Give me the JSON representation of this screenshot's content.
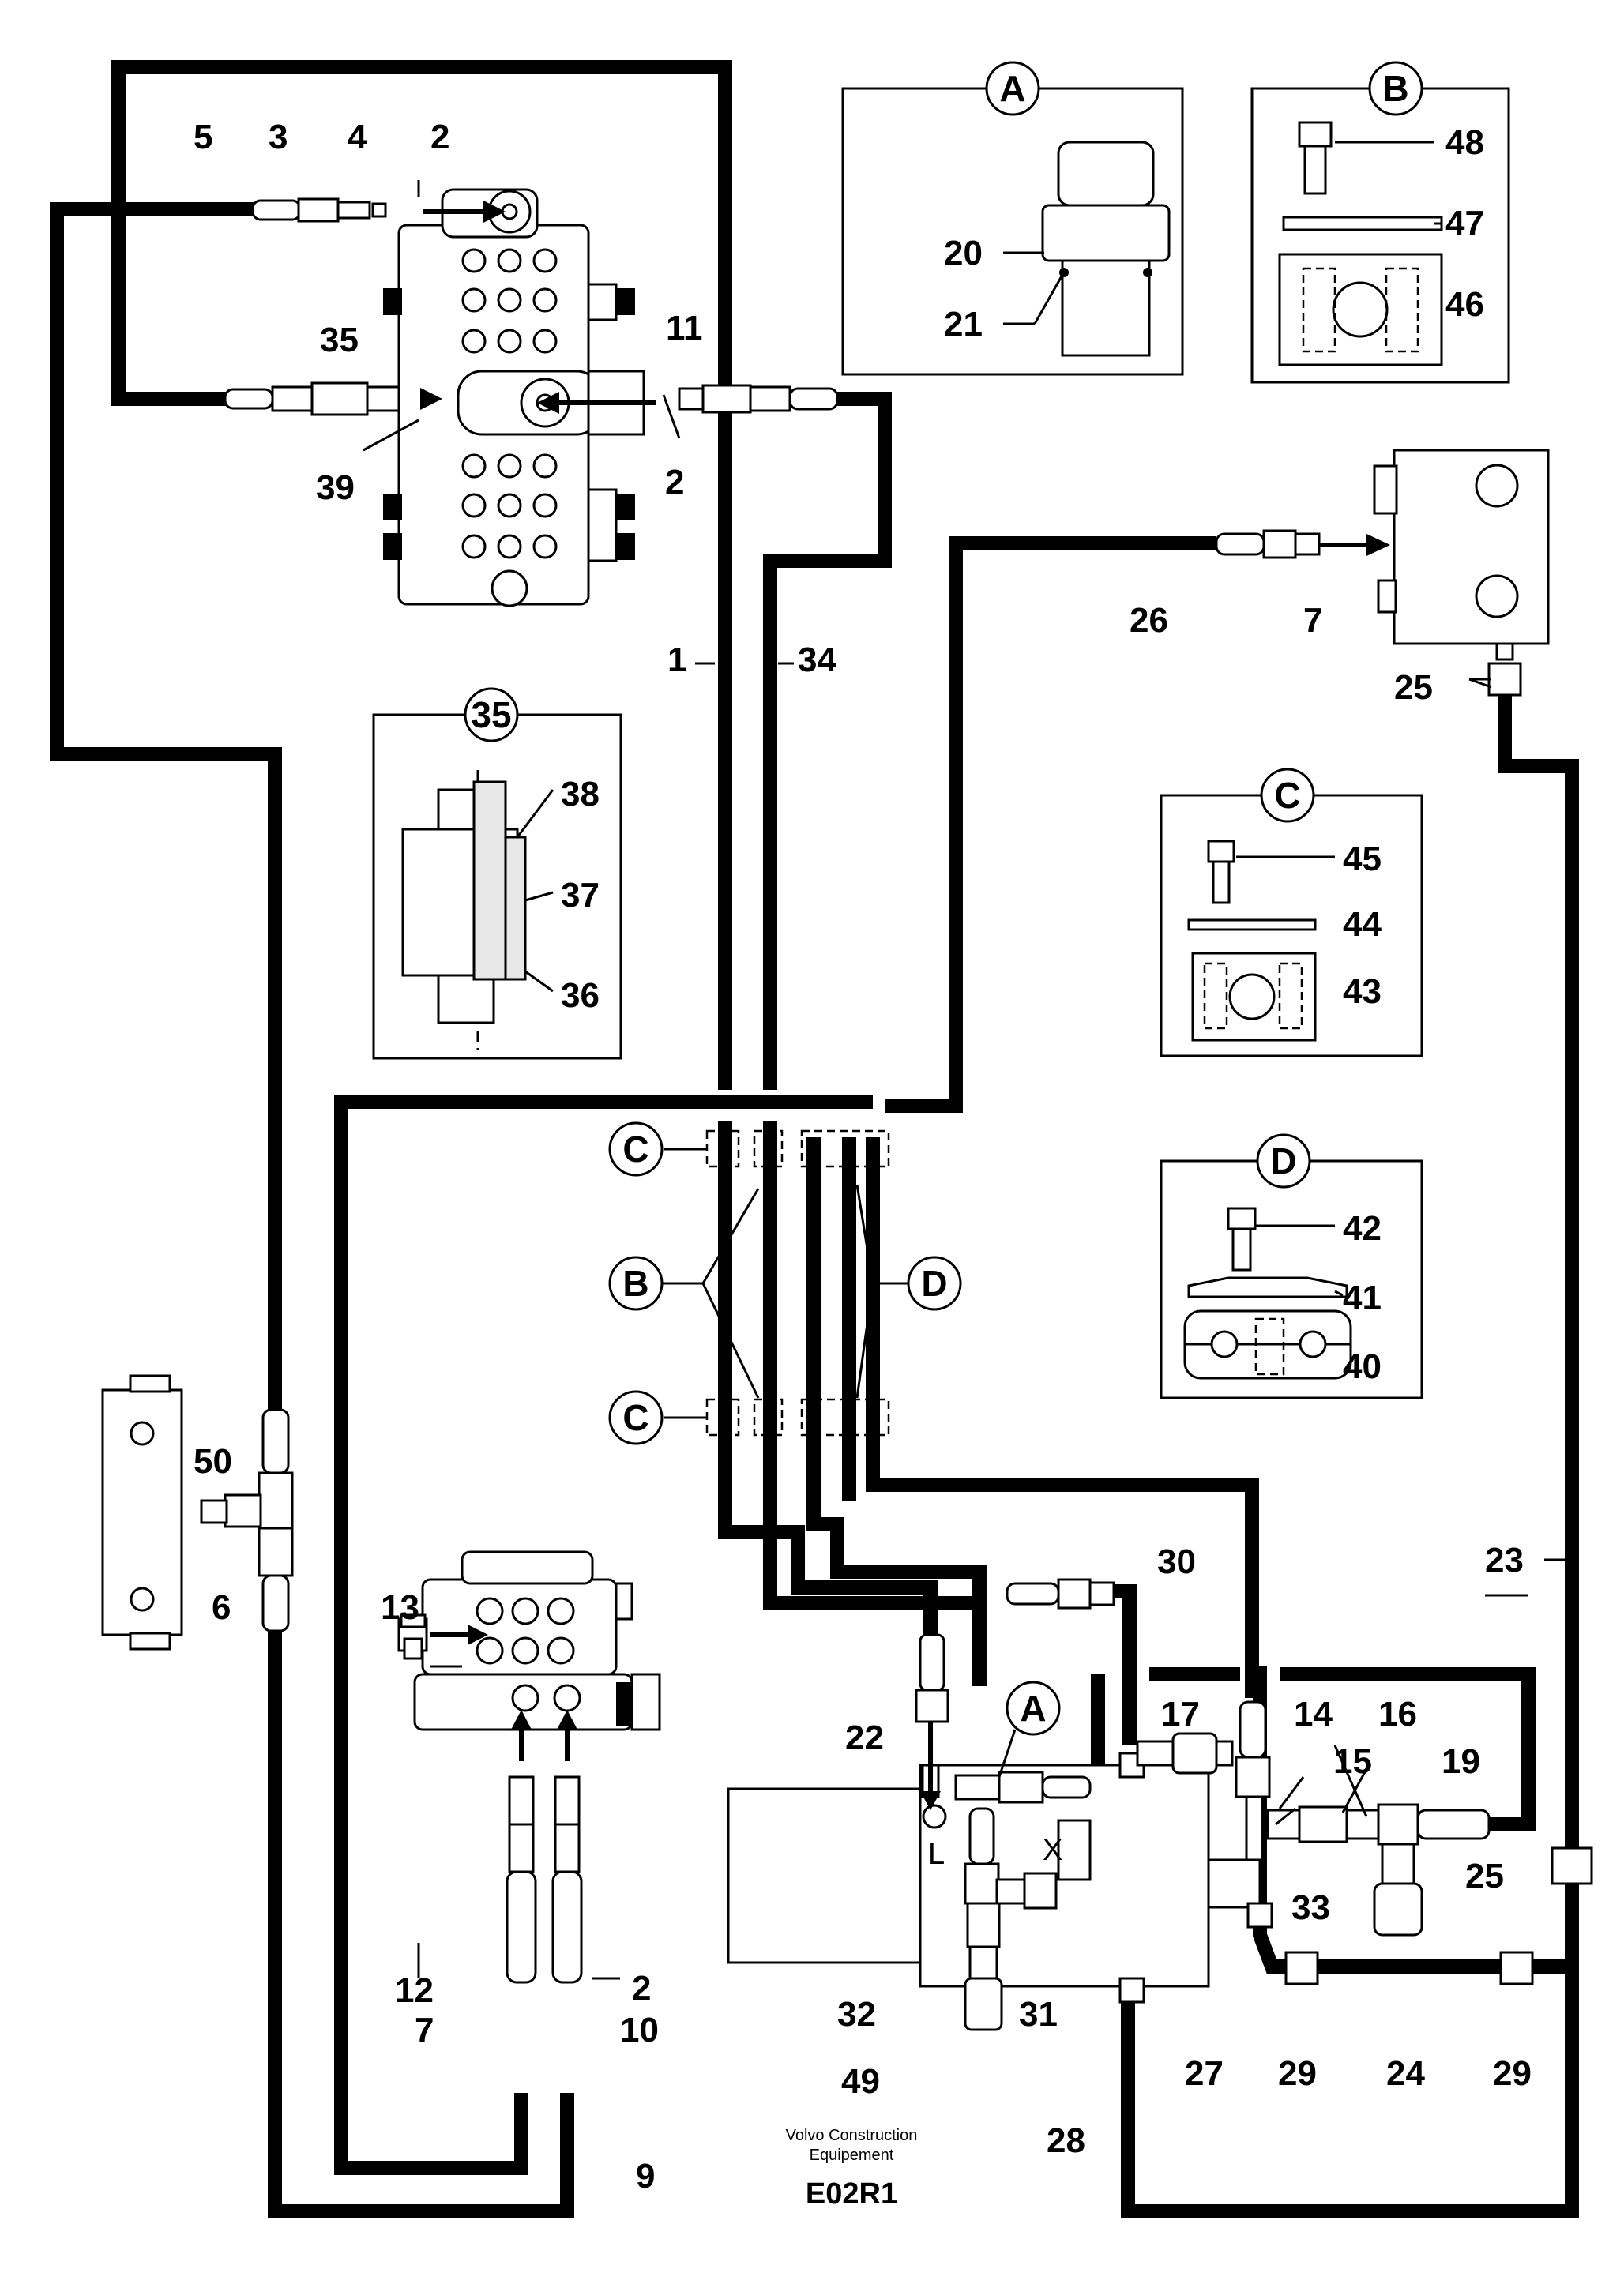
{
  "callouts": {
    "c5": "5",
    "c3": "3",
    "c4": "4",
    "c2a": "2",
    "c35": "35",
    "c11": "11",
    "c39": "39",
    "c2b": "2",
    "c1": "1",
    "c34": "34",
    "c26": "26",
    "c7a": "7",
    "c25a": "25",
    "c38": "38",
    "c37": "37",
    "c36": "36",
    "c45": "45",
    "c44": "44",
    "c43": "43",
    "c42": "42",
    "c41": "41",
    "c40": "40",
    "c50": "50",
    "c6": "6",
    "c13": "13",
    "c23": "23",
    "c30": "30",
    "c22": "22",
    "c17": "17",
    "c14": "14",
    "c16": "16",
    "c15": "15",
    "c19": "19",
    "c12": "12",
    "c2c": "2",
    "c25b": "25",
    "c33": "33",
    "c7b": "7",
    "c10": "10",
    "c32": "32",
    "c31": "31",
    "c49": "49",
    "c27": "27",
    "c29a": "29",
    "c24": "24",
    "c29b": "29",
    "c28": "28",
    "c9": "9",
    "c20": "20",
    "c21": "21",
    "c48": "48",
    "c47": "47",
    "c46": "46"
  },
  "port_markers": {
    "L": "L",
    "X": "X"
  },
  "detail_views": {
    "A": "A",
    "B": "B",
    "C": "C",
    "D": "D",
    "v35": "35"
  },
  "clamp_refs": {
    "C_top": "C",
    "B_mid": "B",
    "D_mid": "D",
    "C_bot": "C",
    "A_pump": "A"
  },
  "footer": {
    "line1": "Volvo Construction",
    "line2": "Equipement",
    "code": "E02R1"
  }
}
